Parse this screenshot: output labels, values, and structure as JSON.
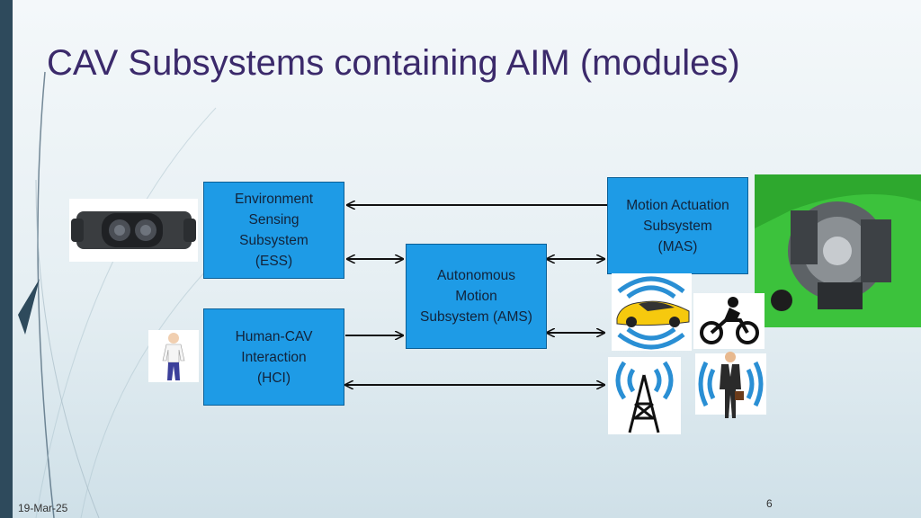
{
  "slide": {
    "title": "CAV Subsystems containing AIM (modules)",
    "date": "19-Mar-25",
    "page_number": "6"
  },
  "diagram": {
    "ess_label": "Environment\nSensing\nSubsystem\n(ESS)",
    "hci_label": "Human-CAV\nInteraction\n(HCI)",
    "ams_label": "Autonomous\nMotion\nSubsystem (AMS)",
    "mas_label": "Motion Actuation\nSubsystem\n(MAS)"
  },
  "colors": {
    "box_fill": "#1e9be6",
    "title": "#3b2a6b",
    "engine_green": "#3cc23c"
  },
  "icons": [
    "sensor-device-icon",
    "person-icon",
    "engine-image",
    "car-icon",
    "motorbike-icon",
    "radio-tower-icon",
    "businessman-icon"
  ]
}
